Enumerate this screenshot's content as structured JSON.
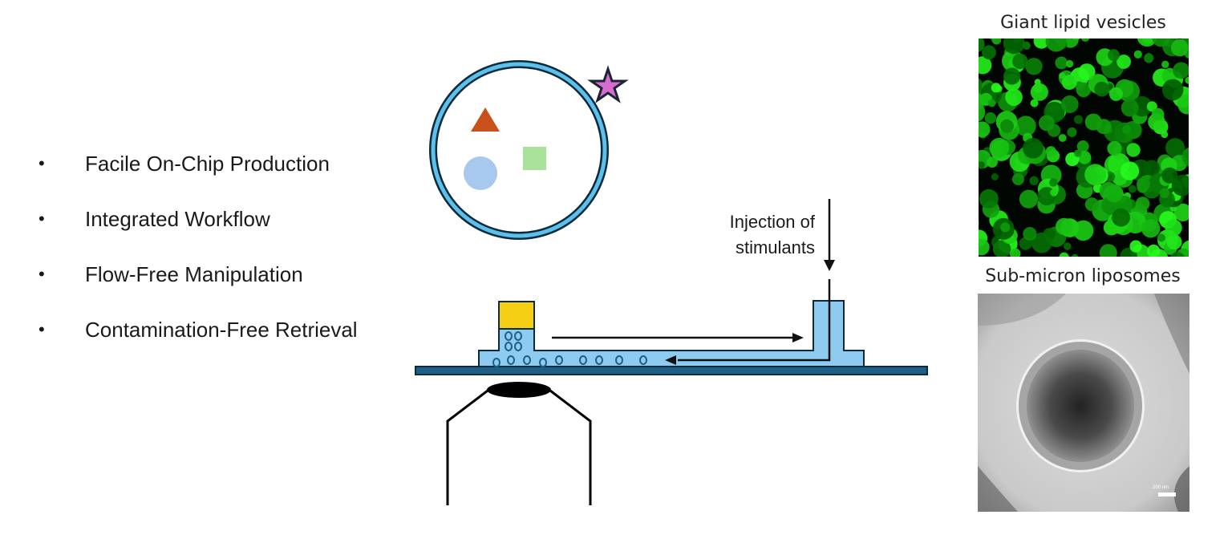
{
  "features": {
    "bullet_glyph": "•",
    "items": [
      {
        "label": "Facile On-Chip Production"
      },
      {
        "label": "Integrated Workflow"
      },
      {
        "label": "Flow-Free Manipulation"
      },
      {
        "label": "Contamination-Free Retrieval"
      }
    ]
  },
  "vesicle_schematic": {
    "membrane_color": "#5bc0eb",
    "cargo": [
      {
        "shape": "triangle",
        "color": "#c8501a"
      },
      {
        "shape": "square",
        "color": "#a8e29a"
      },
      {
        "shape": "circle",
        "color": "#a7c9ee"
      }
    ],
    "surface_marker": {
      "shape": "star",
      "color": "#d66ccf"
    }
  },
  "chip": {
    "annotation_line1": "Injection of",
    "annotation_line2": "stimulants",
    "channel_color": "#8fcaf0",
    "substrate_color": "#1d5f86",
    "reservoir_color": "#f5cf14",
    "vesicle_count_in_channel": 9,
    "vesicle_count_in_well": 4
  },
  "panels": {
    "top_title": "Giant lipid vesicles",
    "bottom_title": "Sub-micron liposomes",
    "scale_bar_label": "200 nm"
  }
}
